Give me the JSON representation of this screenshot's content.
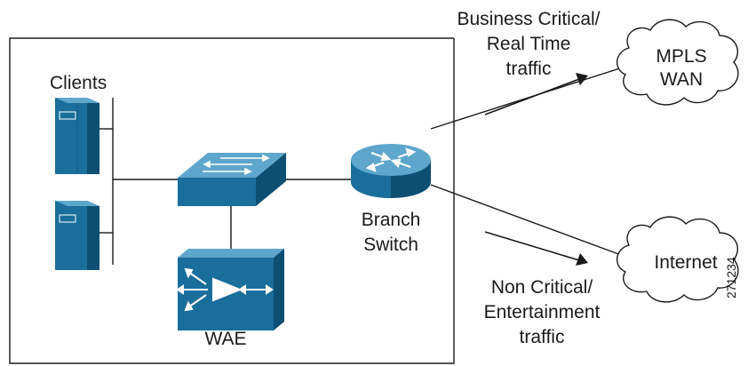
{
  "labels": {
    "clients": "Clients",
    "wae": "WAE",
    "switch_line1": "Branch",
    "switch_line2": "Switch",
    "mpls_line1": "MPLS",
    "mpls_line2": "WAN",
    "internet": "Internet",
    "critical_line1": "Business Critical/",
    "critical_line2": "Real Time",
    "critical_line3": "traffic",
    "noncritical_line1": "Non Critical/",
    "noncritical_line2": "Entertainment",
    "noncritical_line3": "traffic",
    "figure_id": "271234"
  },
  "colors": {
    "device_fill": "#1a6e9c",
    "device_dark": "#0d4f73",
    "device_light": "#5ea6cc",
    "line": "#1a1a1a"
  },
  "icons": {
    "client": "server-tower-icon",
    "lan_switch": "workgroup-switch-icon",
    "wae": "wae-appliance-icon",
    "router": "router-icon",
    "cloud": "cloud-icon"
  }
}
